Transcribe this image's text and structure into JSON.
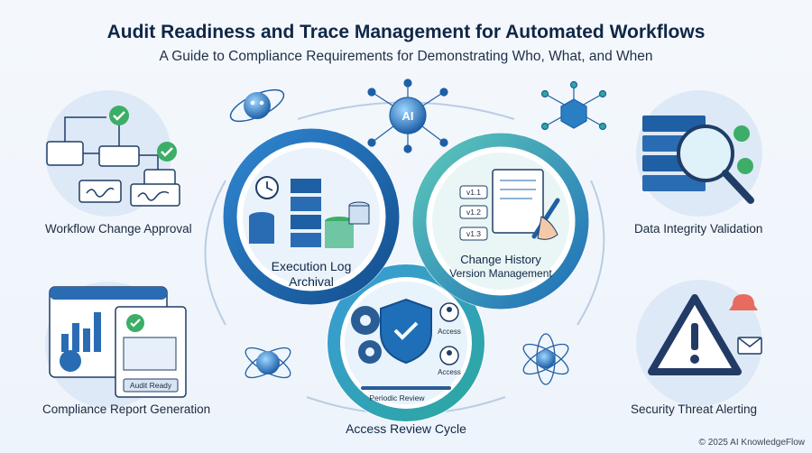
{
  "header": {
    "title": "Audit Readiness and Trace Management for Automated Workflows",
    "subtitle": "A Guide to Compliance Requirements for Demonstrating Who, What, and When"
  },
  "side_panels": {
    "workflow_change_approval": "Workflow Change Approval",
    "compliance_report_generation": "Compliance Report Generation",
    "data_integrity_validation": "Data Integrity Validation",
    "security_threat_alerting": "Security Threat Alerting"
  },
  "wheel": {
    "execution_log": {
      "line1": "Execution Log",
      "line2": "Archival"
    },
    "change_history": {
      "line1": "Change History",
      "line2": "Version Management"
    },
    "access_review": "Access Review Cycle"
  },
  "icon_text": {
    "ai": "AI",
    "versions": [
      "v1.1",
      "v1.2",
      "v1.3"
    ],
    "access_1": "Access",
    "access_2": "Access",
    "periodic_review": "Periodic Review",
    "audit_ready": "Audit Ready"
  },
  "footer": {
    "copyright": "© 2025 AI KnowledgeFlow"
  },
  "colors": {
    "navy": "#0f2747",
    "blue_ring": "#1f6fb8",
    "teal_ring": "#2ba8a0",
    "green_check": "#3cae67",
    "warning_navy": "#223a66"
  }
}
